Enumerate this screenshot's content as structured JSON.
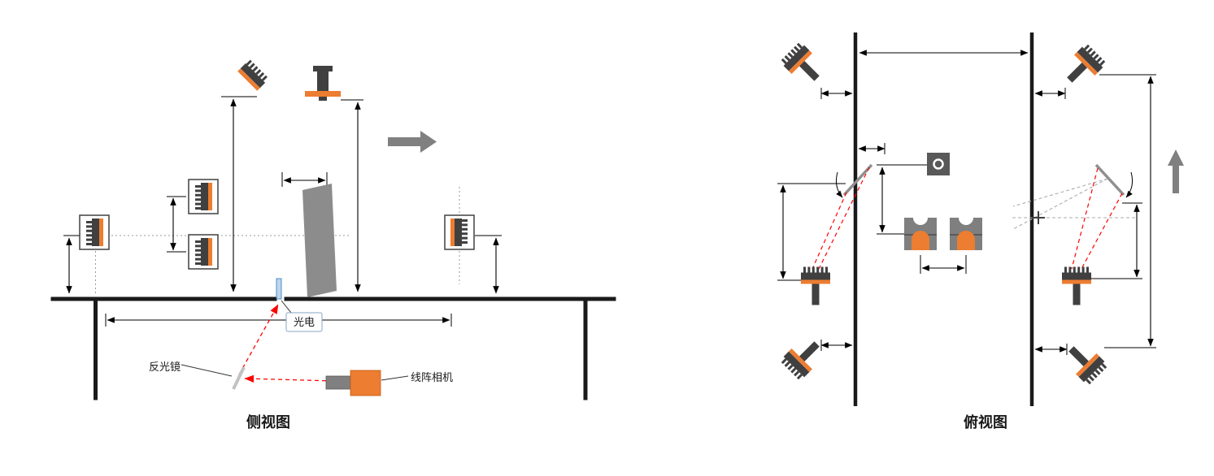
{
  "titles": {
    "side_view": "侧视图",
    "top_view": "俯视图"
  },
  "labels": {
    "photoelectric": "光电",
    "mirror": "反光镜",
    "line_camera": "线阵相机"
  },
  "colors": {
    "accent_orange": "#ED7D31",
    "dark_gray": "#404040",
    "mid_gray": "#808080",
    "beam_red": "#FF0000",
    "label_blue": "#2E74B5",
    "sensor_blue": "#BDD7EE",
    "line_black": "#1a1a1a",
    "background": "#FFFFFF"
  },
  "icons": {
    "camera": "line-scan-camera-icon",
    "boxed_camera": "boxed-camera-icon",
    "mirror": "mirror-icon",
    "sensor": "photoelectric-sensor-icon",
    "arrow_right": "direction-arrow-right-icon",
    "arrow_up": "direction-arrow-up-icon",
    "roller": "roller-component-icon",
    "target": "target-marker-icon"
  }
}
